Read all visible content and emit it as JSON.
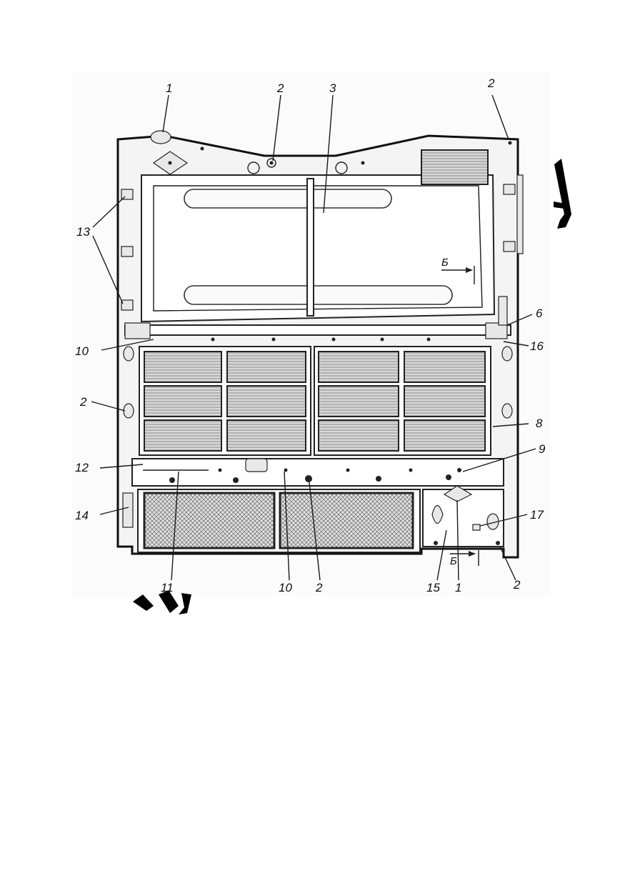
{
  "callouts": [
    {
      "id": "c1-top",
      "text": "1"
    },
    {
      "id": "c2-top-mid",
      "text": "2"
    },
    {
      "id": "c3",
      "text": "3"
    },
    {
      "id": "c2-top-right",
      "text": "2"
    },
    {
      "id": "c13",
      "text": "13"
    },
    {
      "id": "c6",
      "text": "6"
    },
    {
      "id": "c10-left",
      "text": "10"
    },
    {
      "id": "c16",
      "text": "16"
    },
    {
      "id": "c2-left",
      "text": "2"
    },
    {
      "id": "c8",
      "text": "8"
    },
    {
      "id": "c12",
      "text": "12"
    },
    {
      "id": "c9",
      "text": "9"
    },
    {
      "id": "c14",
      "text": "14"
    },
    {
      "id": "c17",
      "text": "17"
    },
    {
      "id": "c11",
      "text": "11"
    },
    {
      "id": "c10-bottom",
      "text": "10"
    },
    {
      "id": "c2-bottom",
      "text": "2"
    },
    {
      "id": "c15",
      "text": "15"
    },
    {
      "id": "c1-bottom",
      "text": "1"
    },
    {
      "id": "c2-bottom-right",
      "text": "2"
    }
  ],
  "section_marks": {
    "upper": "Б",
    "lower": "Б"
  }
}
